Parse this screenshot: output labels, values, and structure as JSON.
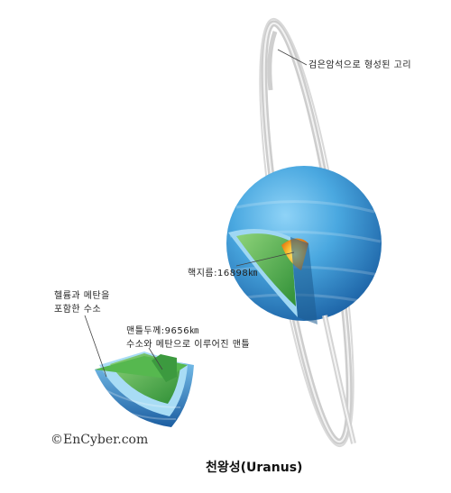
{
  "title": "천왕성(Uranus)",
  "copyright": "©EnCyber.com",
  "labels": {
    "rings": "검은암석으로 형성된 고리",
    "core": "핵지름:16898㎞",
    "atmosphere_line1": "헬륨과 메탄을",
    "atmosphere_line2": "포함한 수소",
    "mantle_line1": "맨틀두께:9656㎞",
    "mantle_line2": "수소와 메탄으로 이루어진 맨틀"
  },
  "colors": {
    "planet_blue": "#3a9ad8",
    "mantle_green": "#4cae4c",
    "core_orange": "#f7a21a",
    "ring_gray": "#c8c8c8"
  }
}
